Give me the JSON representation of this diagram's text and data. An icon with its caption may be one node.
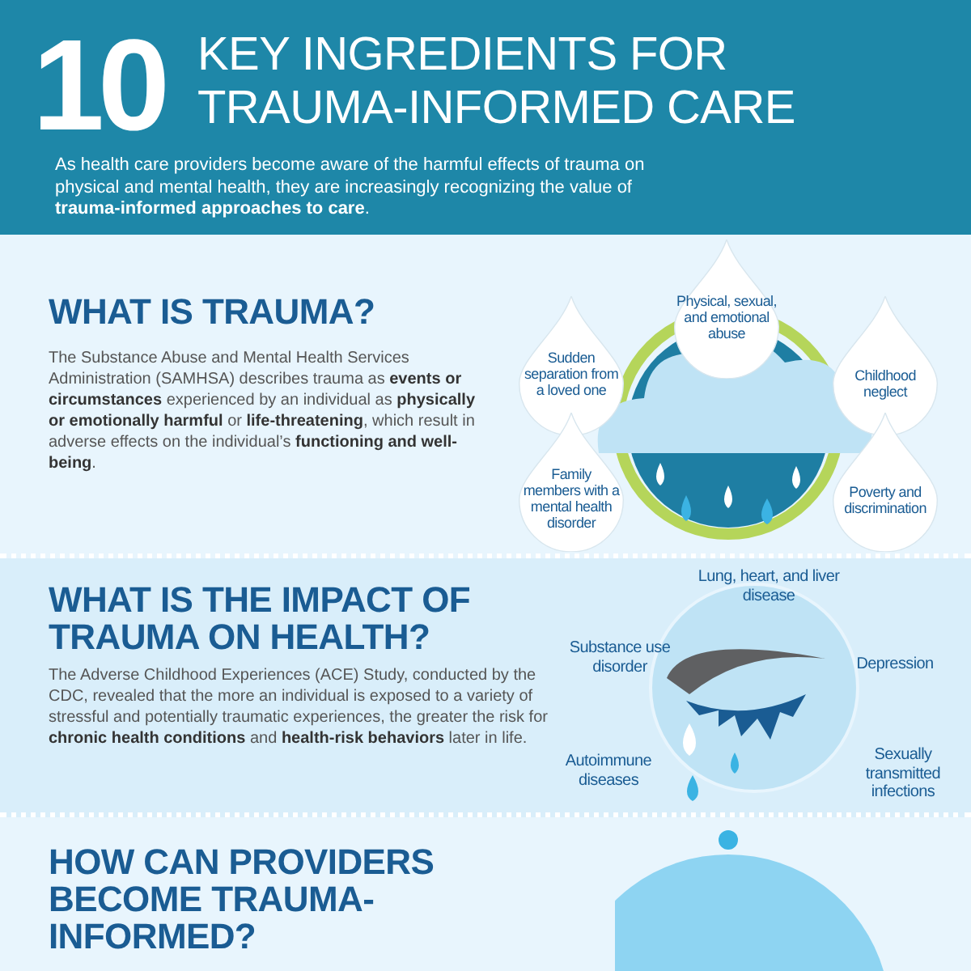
{
  "diagram": {
    "title": "10 KEY INGREDIENTS FOR TRAUMA-INFORMED CARE",
    "nodes": [
      {
        "text": [
          "WHAT IS TRAUMA?",
          "The Substance Abuse and Mental Health Services Administration (SAMHSA) describes trauma as **events or circumstances** experienced by an individual as **physically or emotionally harmful** or **life-threatening**, which result in adverse effects on the individual’s **functioning and well-being**."
        ]
      },
      {
        "text": [
          "Physical, sexual, and emotional abuse"
        ],
        "in": 0
      },
      {
        "text": [
          "Sudden separation from a loved one"
        ],
        "in": 0
      },
      {
        "text": [
          "Childhood neglect"
        ],
        "in": 0
      },
      {
        "text": [
          "Family members with a mental health disorder"
        ],
        "in": 0
      },
      {
        "text": [
          "Poverty and discrimination"
        ],
        "in": 0
      },
      {
        "text": [
          "WHAT IS THE IMPACT OF TRAUMA ON HEALTH?",
          "The Adverse Childhood Experiences (ACE) Study, conducted by the CDC, revealed that the more an individual is exposed to a variety of stressful and potentially traumatic experiences, the greater the risk for **chronic health conditions** and **health-risk behaviors** later in life."
        ]
      },
      {
        "text": [
          "HOW CAN PROVIDERS BECOME TRAUMA-INFORMED?"
        ]
      }
    ],
    "labels": [
      "As health care providers become aware of the harmful effects of trauma on physical and mental health, they are increasingly recognizing the value of **trauma-informed approaches to care**.",
      "Lung, heart, and liver disease",
      "Substance use disorder",
      "Depression",
      "Autoimmune diseases",
      "Sexually transmitted infections"
    ]
  }
}
